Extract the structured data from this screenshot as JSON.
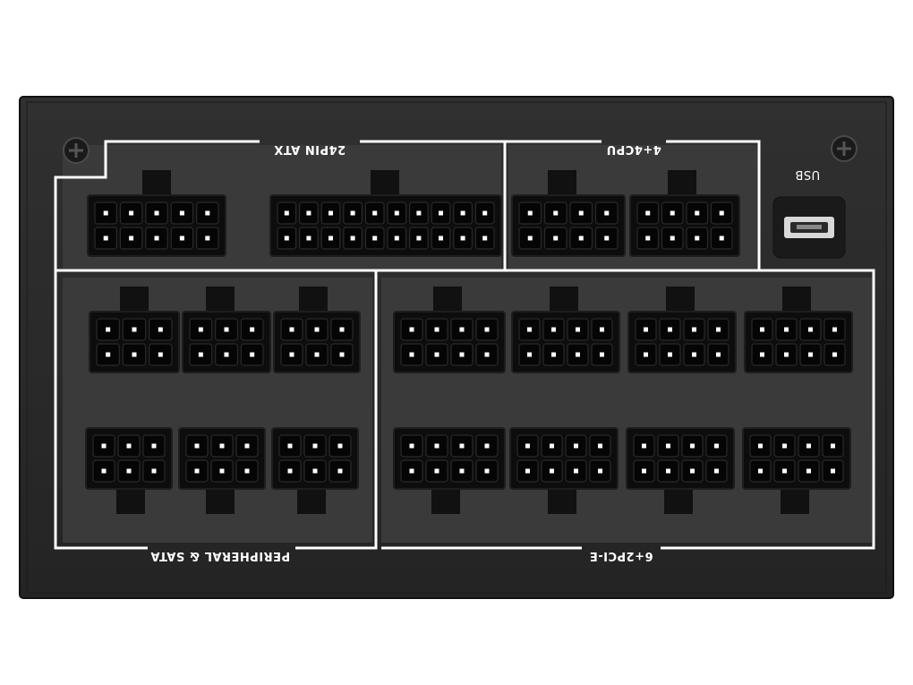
{
  "labels": {
    "atx": "24PIN ATX",
    "cpu": "4+4CPU",
    "usb": "USB",
    "peripheral": "PERIPHERAL & SATA",
    "pcie": "6+2PCI-E"
  },
  "colors": {
    "panel": "#2a2a2a",
    "border": "#ffffff",
    "connector": "#0d0d0d",
    "pin": "#ffffff"
  },
  "icons": [
    "screw-icon",
    "usb-port-icon"
  ]
}
